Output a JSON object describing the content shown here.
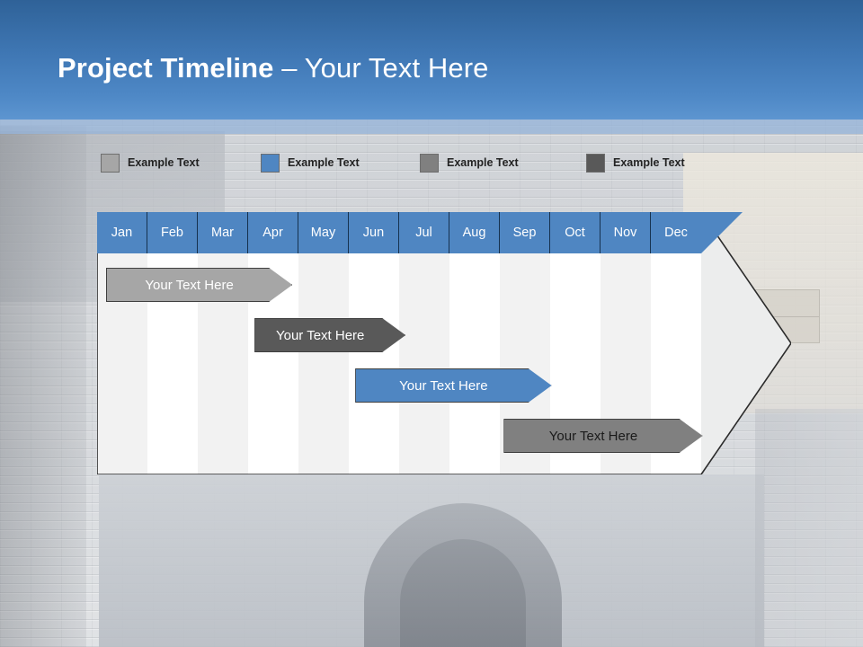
{
  "header": {
    "title_strong": "Project Timeline",
    "title_light": " – Your Text Here",
    "background_color": "#3f77b4"
  },
  "legend": {
    "items": [
      {
        "label": "Example Text",
        "color": "#a6a6a6",
        "x": 0
      },
      {
        "label": "Example Text",
        "color": "#4f86c2",
        "x": 178
      },
      {
        "label": "Example Text",
        "color": "#808080",
        "x": 355
      },
      {
        "label": "Example Text",
        "color": "#595959",
        "x": 540
      }
    ]
  },
  "chart_data": {
    "type": "bar",
    "title": "Project Timeline",
    "categories": [
      "Jan",
      "Feb",
      "Mar",
      "Apr",
      "May",
      "Jun",
      "Jul",
      "Aug",
      "Sep",
      "Oct",
      "Nov",
      "Dec"
    ],
    "xlabel": "",
    "ylabel": "",
    "grid": true,
    "legend_position": "top",
    "series": [
      {
        "name": "Example Text",
        "label": "Your  Text Here",
        "color": "#a6a6a6",
        "text_color": "#ffffff",
        "start_month": "Jan",
        "end_month": "Apr",
        "start_index": 0,
        "span": 3.7,
        "row": 0
      },
      {
        "name": "Example Text",
        "label": "Your  Text Here",
        "color": "#595959",
        "text_color": "#ffffff",
        "start_month": "Mar",
        "end_month": "Jun",
        "start_index": 2.95,
        "span": 3.0,
        "row": 1
      },
      {
        "name": "Example Text",
        "label": "Your  Text Here",
        "color": "#4f86c2",
        "text_color": "#ffffff",
        "start_month": "Jun",
        "end_month": "Sep",
        "start_index": 4.95,
        "span": 3.9,
        "row": 2
      },
      {
        "name": "Example Text",
        "label": "Your  Text Here",
        "color": "#808080",
        "text_color": "#1a1a1a",
        "start_month": "Sep",
        "end_month": "Dec",
        "start_index": 7.9,
        "span": 3.95,
        "row": 3
      }
    ]
  }
}
